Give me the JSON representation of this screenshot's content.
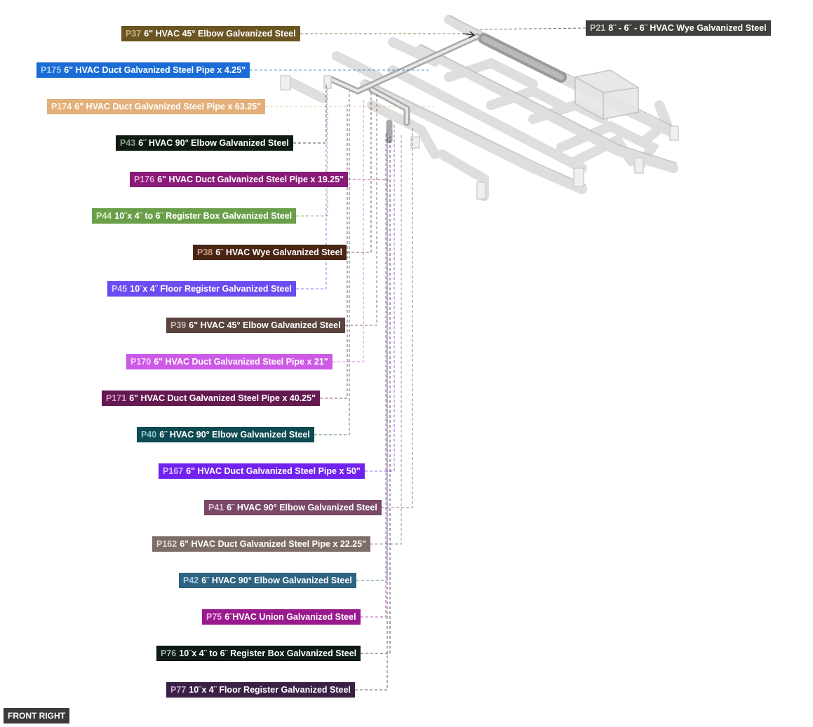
{
  "view_label": "FRONT RIGHT",
  "callouts": [
    {
      "id": "P37",
      "desc": "6\" HVAC 45° Elbow Galvanized Steel",
      "color": "#6b5522",
      "id_color": "#c7b07a"
    },
    {
      "id": "P175",
      "desc": "6\" HVAC Duct Galvanized Steel Pipe x 4.25\"",
      "color": "#1a6dd6",
      "id_color": "#a9cdf7"
    },
    {
      "id": "P174",
      "desc": "6\" HVAC Duct Galvanized Steel Pipe x 63.25\"",
      "color": "#e3b07c",
      "id_color": "#fff2e3"
    },
    {
      "id": "P43",
      "desc": "6¨ HVAC 90° Elbow Galvanized Steel",
      "color": "#0f1a10",
      "id_color": "#8aa08c"
    },
    {
      "id": "P176",
      "desc": "6\" HVAC Duct Galvanized Steel Pipe x 19.25\"",
      "color": "#8a1a78",
      "id_color": "#e3a7da"
    },
    {
      "id": "P44",
      "desc": "10¨x 4¨ to 6¨ Register Box Galvanized Steel",
      "color": "#6a9f4a",
      "id_color": "#d5ecc4"
    },
    {
      "id": "P38",
      "desc": "6¨ HVAC Wye Galvanized Steel",
      "color": "#4a2514",
      "id_color": "#c99a84"
    },
    {
      "id": "P45",
      "desc": "10¨x 4¨ Floor Register Galvanized Steel",
      "color": "#6a4cf0",
      "id_color": "#d6ccff"
    },
    {
      "id": "P39",
      "desc": "6\" HVAC 45° Elbow Galvanized Steel",
      "color": "#5a4440",
      "id_color": "#cdb7b2"
    },
    {
      "id": "P170",
      "desc": "6\" HVAC Duct Galvanized Steel Pipe x 21\"",
      "color": "#cc5ae6",
      "id_color": "#f6d2ff"
    },
    {
      "id": "P171",
      "desc": "6\" HVAC Duct Galvanized Steel Pipe x 40.25\"",
      "color": "#641a50",
      "id_color": "#d79ac7"
    },
    {
      "id": "P40",
      "desc": "6¨ HVAC 90° Elbow Galvanized Steel",
      "color": "#0e4a52",
      "id_color": "#8ec4cb"
    },
    {
      "id": "P167",
      "desc": "6\" HVAC Duct Galvanized Steel Pipe x 50\"",
      "color": "#7222ee",
      "id_color": "#d5beff"
    },
    {
      "id": "P41",
      "desc": "6¨ HVAC 90° Elbow Galvanized Steel",
      "color": "#7a4868",
      "id_color": "#e2c1d6"
    },
    {
      "id": "P162",
      "desc": "6\" HVAC Duct Galvanized Steel Pipe x 22.25\"",
      "color": "#7d6d68",
      "id_color": "#e2d7d3"
    },
    {
      "id": "P42",
      "desc": "6¨ HVAC 90° Elbow Galvanized Steel",
      "color": "#2e6482",
      "id_color": "#a9cde2"
    },
    {
      "id": "P75",
      "desc": "6¨HVAC Union Galvanized Steel",
      "color": "#9a1a8e",
      "id_color": "#f0b6ea"
    },
    {
      "id": "P76",
      "desc": "10¨x 4¨ to 6¨ Register Box Galvanized Steel",
      "color": "#0d1a17",
      "id_color": "#9eb5af"
    },
    {
      "id": "P77",
      "desc": "10¨x 4¨ Floor Register Galvanized Steel",
      "color": "#3b2046",
      "id_color": "#c8a9d4"
    },
    {
      "id": "P21",
      "desc": "8¨ - 6¨ - 6¨ HVAC Wye Galvanized Steel",
      "color": "#3f403c",
      "id_color": "#bfc0bb"
    }
  ]
}
